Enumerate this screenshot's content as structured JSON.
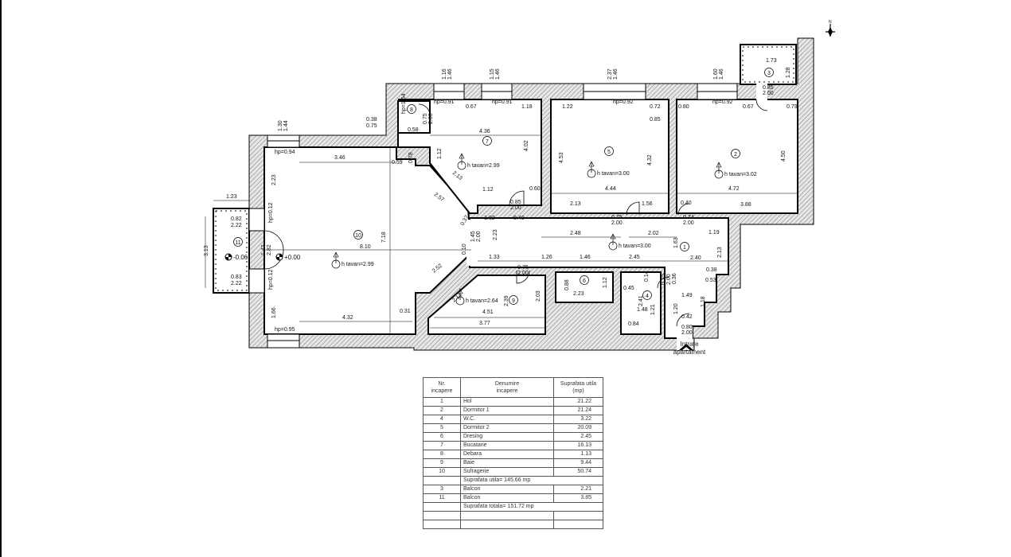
{
  "compass": {
    "label": "N"
  },
  "entrance": {
    "line1": "Intrare",
    "line2": "apartament"
  },
  "rooms": [
    {
      "nr": "1"
    },
    {
      "nr": "2"
    },
    {
      "nr": "3"
    },
    {
      "nr": "4"
    },
    {
      "nr": "5"
    },
    {
      "nr": "6"
    },
    {
      "nr": "7"
    },
    {
      "nr": "8"
    },
    {
      "nr": "9"
    },
    {
      "nr": "10"
    },
    {
      "nr": "11"
    }
  ],
  "ceilings": [
    "h tavan=2.99",
    "h tavan=3.00",
    "h tavan=3.02",
    "h tavan=2.99",
    "h tavan=3.00",
    "h tavan=2.64"
  ],
  "levels": [
    "-0.06",
    "+0.00"
  ],
  "dimensions": [
    "1.16",
    "1.46",
    "1.15",
    "1.46",
    "2.37",
    "1.46",
    "1.60",
    "1.46",
    "1.30",
    "1.44",
    "hp=0.91",
    "hp=0.91",
    "hp=0.92",
    "hp=0.92",
    "hp=0.94",
    "hp=0.95",
    "0.67",
    "1.18",
    "1.22",
    "0.72",
    "0.85",
    "0.80",
    "0.67",
    "0.79",
    "4.36",
    "4.02",
    "4.53",
    "4.32",
    "4.50",
    "3.46",
    "0.59",
    "0.78",
    "1.12",
    "2.13",
    "2.57",
    "1.12",
    "0.60",
    "0.85",
    "2.00",
    "1.02",
    "0.40",
    "2.23",
    "4.44",
    "2.13",
    "1.56",
    "4.72",
    "3.88",
    "0.40",
    "0.75",
    "2.00",
    "0.74",
    "2.00",
    "2.48",
    "2.02",
    "1.19",
    "1.63",
    "2.40",
    "2.13",
    "0.38",
    "0.53",
    "1.33",
    "1.26",
    "1.46",
    "2.45",
    "0.75",
    "2.00",
    "2.52",
    "2.14",
    "4.51",
    "3.77",
    "2.39",
    "2.03",
    "0.88",
    "2.23",
    "1.12",
    "0.45",
    "2.41",
    "1.48",
    "1.21",
    "0.84",
    "0.14",
    "0.75",
    "2.00",
    "0.36",
    "1.49",
    "1.18",
    "1.20",
    "0.42",
    "0.80",
    "2.00",
    "0.31",
    "4.32",
    "1.66",
    "2.23",
    "1.23",
    "0.82",
    "2.22",
    "0.83",
    "2.22",
    "3.13",
    "1.42",
    "2.82",
    "hp=0.12",
    "hp=0.12",
    "8.10",
    "7.18",
    "0.38",
    "0.75",
    "1.73",
    "1.28",
    "0.85",
    "2.00",
    "hp=1.64",
    "0.58",
    "0.75",
    "2.00",
    "0.37",
    "1.45",
    "2.00",
    "0.10"
  ],
  "table": {
    "headers": [
      [
        "Nr.",
        "incapere"
      ],
      [
        "Denumire",
        "incapere"
      ],
      [
        "Suprafata utila",
        "(mp)"
      ]
    ],
    "rows": [
      {
        "nr": "1",
        "name": "Hol",
        "area": "21.22"
      },
      {
        "nr": "2",
        "name": "Dormitor 1",
        "area": "21.24"
      },
      {
        "nr": "4",
        "name": "W.C.",
        "area": "3.22"
      },
      {
        "nr": "5",
        "name": "Dormitor 2",
        "area": "20.09"
      },
      {
        "nr": "6",
        "name": "Dresing",
        "area": "2.45"
      },
      {
        "nr": "7",
        "name": "Bucatarie",
        "area": "16.13"
      },
      {
        "nr": "8",
        "name": "Debara",
        "area": "1.13"
      },
      {
        "nr": "9",
        "name": "Baie",
        "area": "9.44"
      },
      {
        "nr": "10",
        "name": "Sufragerie",
        "area": "50.74"
      }
    ],
    "subtotal": "Suprafata utila= 145.66 mp",
    "balconies": [
      {
        "nr": "3",
        "name": "Balcon",
        "area": "2.21"
      },
      {
        "nr": "11",
        "name": "Balcon",
        "area": "3.85"
      }
    ],
    "total": "Suprafata totala= 151.72 mp"
  }
}
